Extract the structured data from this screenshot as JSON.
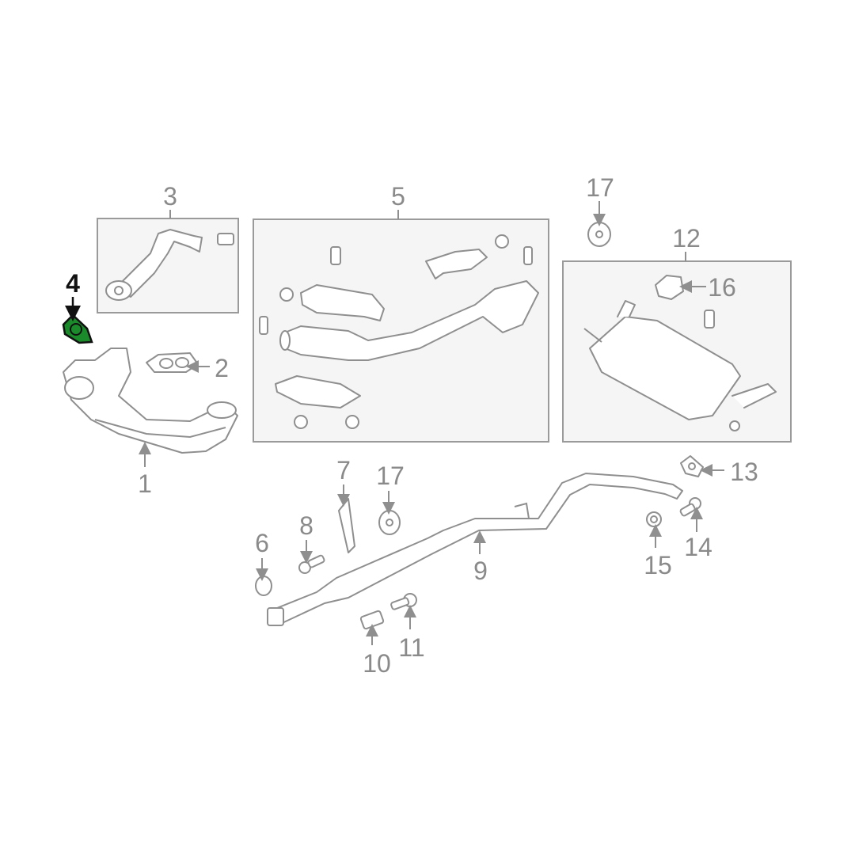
{
  "diagram": {
    "title_hidden": null,
    "highlight_color": "#1a8a2a",
    "callouts": {
      "c1": "1",
      "c2": "2",
      "c3": "3",
      "c4": "4",
      "c5": "5",
      "c6": "6",
      "c7": "7",
      "c8": "8",
      "c9": "9",
      "c10": "10",
      "c11": "11",
      "c12": "12",
      "c13": "13",
      "c14": "14",
      "c15": "15",
      "c16": "16",
      "c17a": "17",
      "c17b": "17"
    },
    "highlighted_callout": "4"
  }
}
